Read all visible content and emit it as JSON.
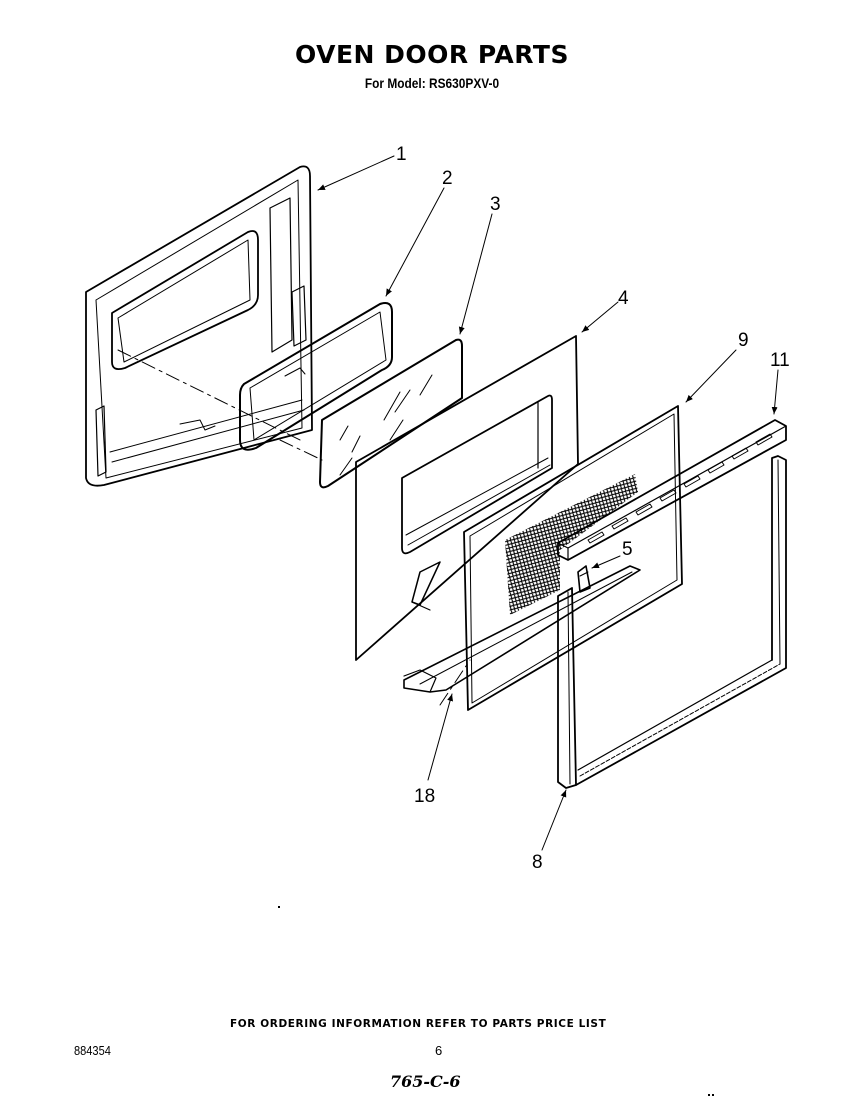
{
  "header": {
    "title": "OVEN DOOR PARTS",
    "subtitle": "For Model: RS630PXV-0"
  },
  "diagram": {
    "callouts": [
      {
        "id": "1",
        "label": "1"
      },
      {
        "id": "2",
        "label": "2"
      },
      {
        "id": "3",
        "label": "3"
      },
      {
        "id": "4",
        "label": "4"
      },
      {
        "id": "5",
        "label": "5"
      },
      {
        "id": "8",
        "label": "8"
      },
      {
        "id": "9",
        "label": "9"
      },
      {
        "id": "11",
        "label": "11"
      },
      {
        "id": "18",
        "label": "18"
      }
    ],
    "line_color": "#000000",
    "background": "#ffffff"
  },
  "footer": {
    "note": "FOR ORDERING INFORMATION REFER TO PARTS PRICE LIST",
    "doc_number": "884354",
    "page_number": "6",
    "handwritten": "765-C-6"
  }
}
